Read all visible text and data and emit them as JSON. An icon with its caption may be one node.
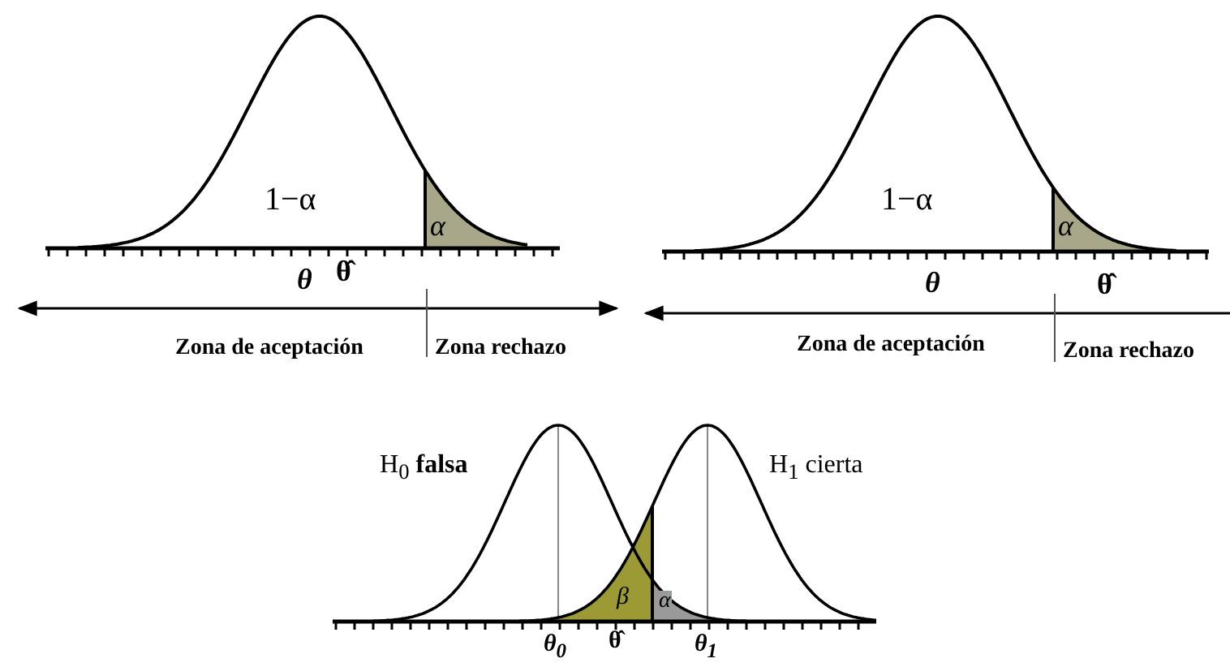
{
  "diagram": {
    "labels": [
      "1−α",
      "α",
      "θ",
      "θ̂",
      "Zona de aceptación",
      "Zona rechazo",
      "1−α",
      "α",
      "θ",
      "θ̂",
      "Zona de aceptación",
      "Zona rechazo",
      "H$_{0}$ **falsa**",
      "H$_{1}$ cierta",
      "β",
      "α",
      "θ$_{0}$",
      "θ̂",
      "θ$_{1}$"
    ]
  }
}
